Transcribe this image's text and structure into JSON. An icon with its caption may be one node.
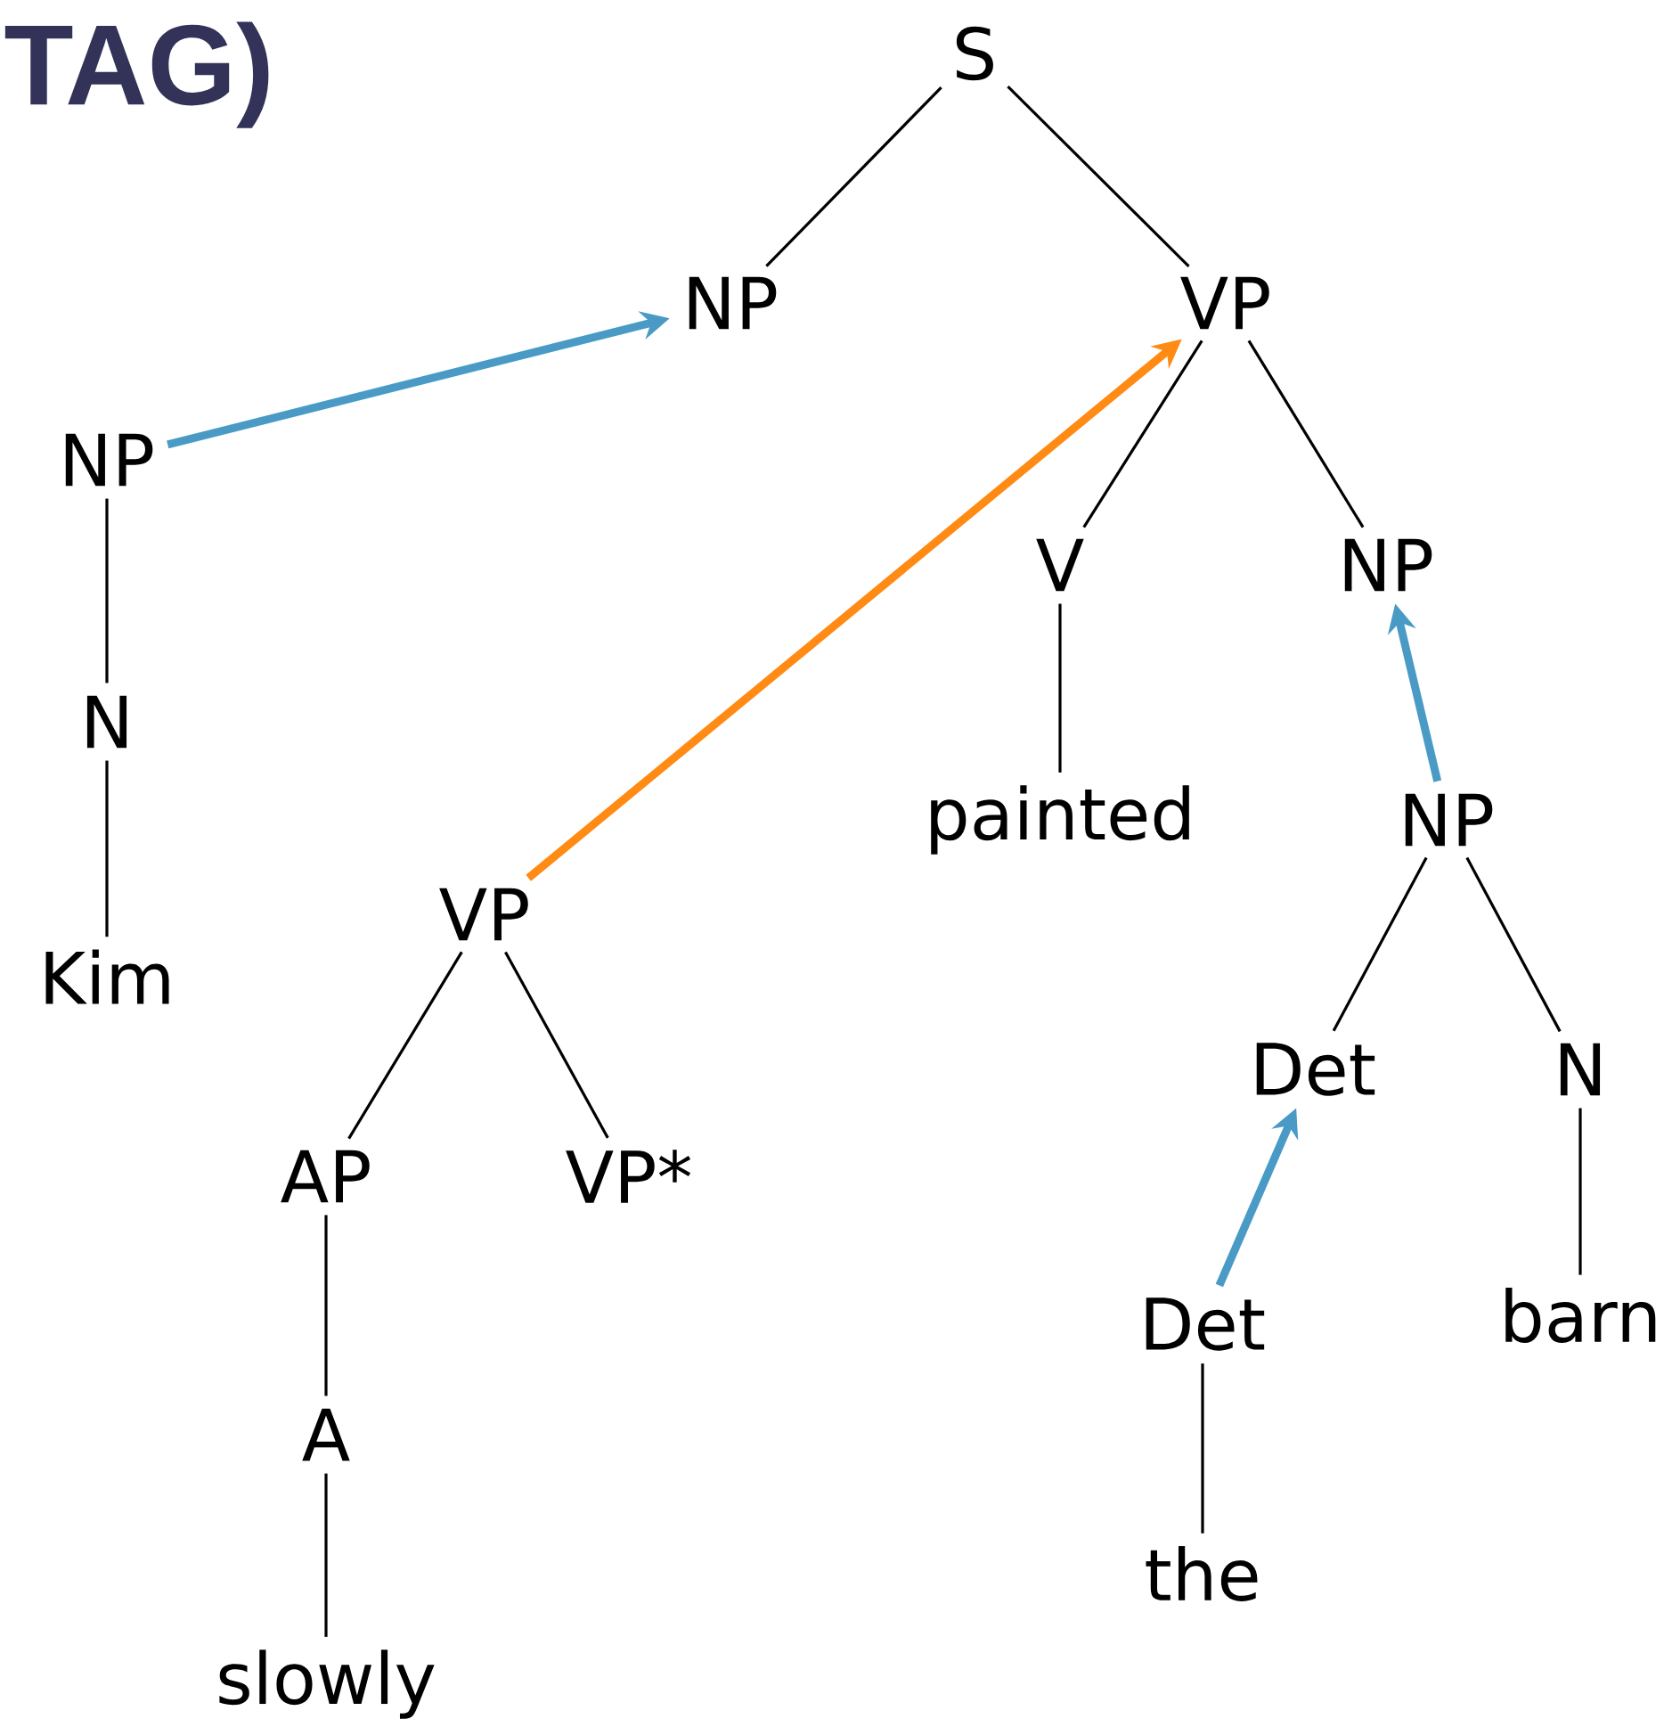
{
  "diagram": {
    "title": "TAG)",
    "nodes": [
      {
        "text": [
          "S"
        ]
      },
      {
        "text": [
          "NP"
        ]
      },
      {
        "text": [
          "VP"
        ]
      },
      {
        "text": [
          "NP"
        ]
      },
      {
        "text": [
          "V"
        ]
      },
      {
        "text": [
          "NP"
        ]
      },
      {
        "text": [
          "N"
        ]
      },
      {
        "text": [
          "painted"
        ]
      },
      {
        "text": [
          "NP"
        ]
      },
      {
        "text": [
          "Kim"
        ]
      },
      {
        "text": [
          "VP"
        ]
      },
      {
        "text": [
          "Det"
        ]
      },
      {
        "text": [
          "N"
        ]
      },
      {
        "text": [
          "AP"
        ]
      },
      {
        "text": [
          "VP*"
        ]
      },
      {
        "text": [
          "Det"
        ]
      },
      {
        "text": [
          "barn"
        ]
      },
      {
        "text": [
          "A"
        ]
      },
      {
        "text": [
          "the"
        ]
      },
      {
        "text": [
          "slowly"
        ]
      }
    ],
    "edges": [
      {
        "from": 0,
        "to": 1,
        "arrow": "none"
      },
      {
        "from": 0,
        "to": 2,
        "arrow": "none"
      },
      {
        "from": 3,
        "to": 1,
        "arrow": "to",
        "style": "thick",
        "color": "#4a9ac6"
      },
      {
        "from": 2,
        "to": 4,
        "arrow": "none"
      },
      {
        "from": 2,
        "to": 5,
        "arrow": "none"
      },
      {
        "from": 3,
        "to": 6,
        "arrow": "none"
      },
      {
        "from": 10,
        "to": 2,
        "arrow": "to",
        "style": "thick",
        "color": "#ff8a14"
      },
      {
        "from": 4,
        "to": 7,
        "arrow": "none"
      },
      {
        "from": 8,
        "to": 5,
        "arrow": "to",
        "style": "thick",
        "color": "#4a9ac6"
      },
      {
        "from": 6,
        "to": 9,
        "arrow": "none"
      },
      {
        "from": 8,
        "to": 11,
        "arrow": "none"
      },
      {
        "from": 8,
        "to": 12,
        "arrow": "none"
      },
      {
        "from": 10,
        "to": 13,
        "arrow": "none"
      },
      {
        "from": 10,
        "to": 14,
        "arrow": "none"
      },
      {
        "from": 15,
        "to": 11,
        "arrow": "to",
        "style": "thick",
        "color": "#4a9ac6"
      },
      {
        "from": 12,
        "to": 16,
        "arrow": "none"
      },
      {
        "from": 13,
        "to": 17,
        "arrow": "none"
      },
      {
        "from": 15,
        "to": 18,
        "arrow": "none"
      },
      {
        "from": 17,
        "to": 19,
        "arrow": "none"
      }
    ]
  }
}
